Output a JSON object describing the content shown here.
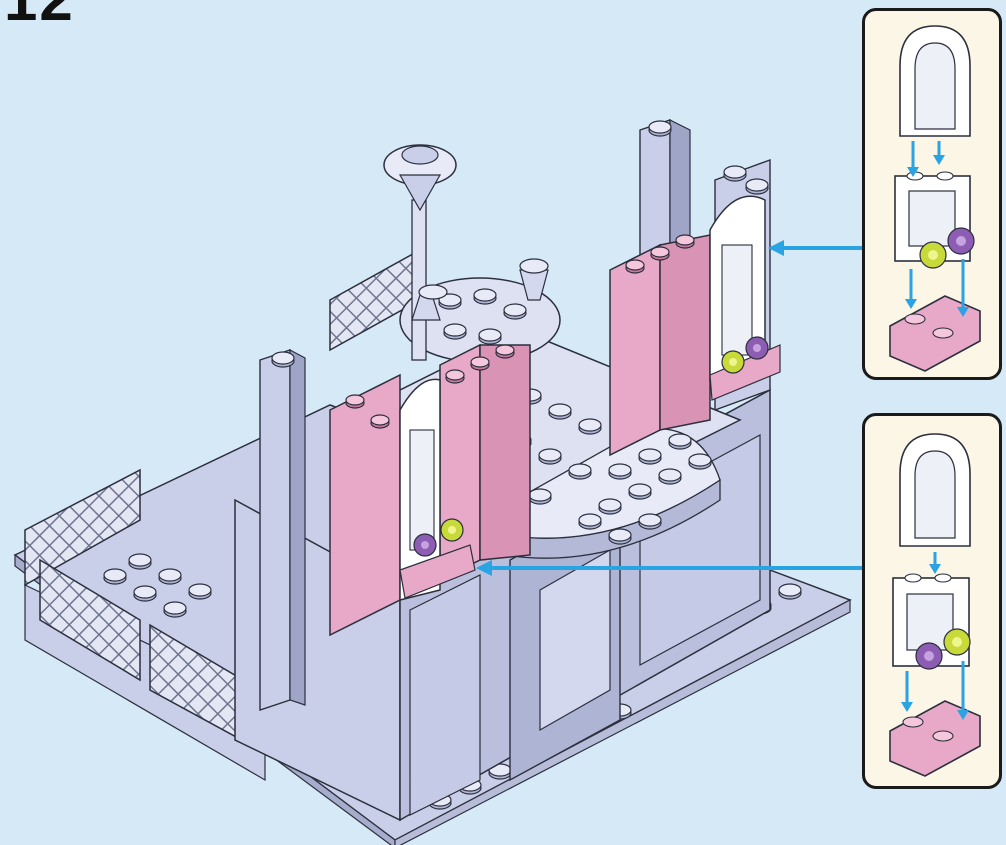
{
  "step": {
    "number": "12"
  },
  "colors": {
    "background": "#d6e9f6",
    "brick_lavender": "#c9cfe8",
    "brick_pink": "#e7a9c7",
    "brick_white": "#ffffff",
    "flower_purple": "#8d5cb3",
    "flower_lime": "#c8d93a",
    "arrow_blue": "#29a3e2",
    "callout_bg": "#fbf6e6"
  },
  "callouts": [
    {
      "id": "top",
      "parts": [
        "white-arch",
        "white-window-frame",
        "lime-flower-plate",
        "purple-flower-plate",
        "pink-inverted-slope"
      ]
    },
    {
      "id": "bottom",
      "parts": [
        "white-arch",
        "white-window-frame",
        "purple-flower-plate",
        "lime-flower-plate",
        "pink-inverted-slope"
      ]
    }
  ]
}
